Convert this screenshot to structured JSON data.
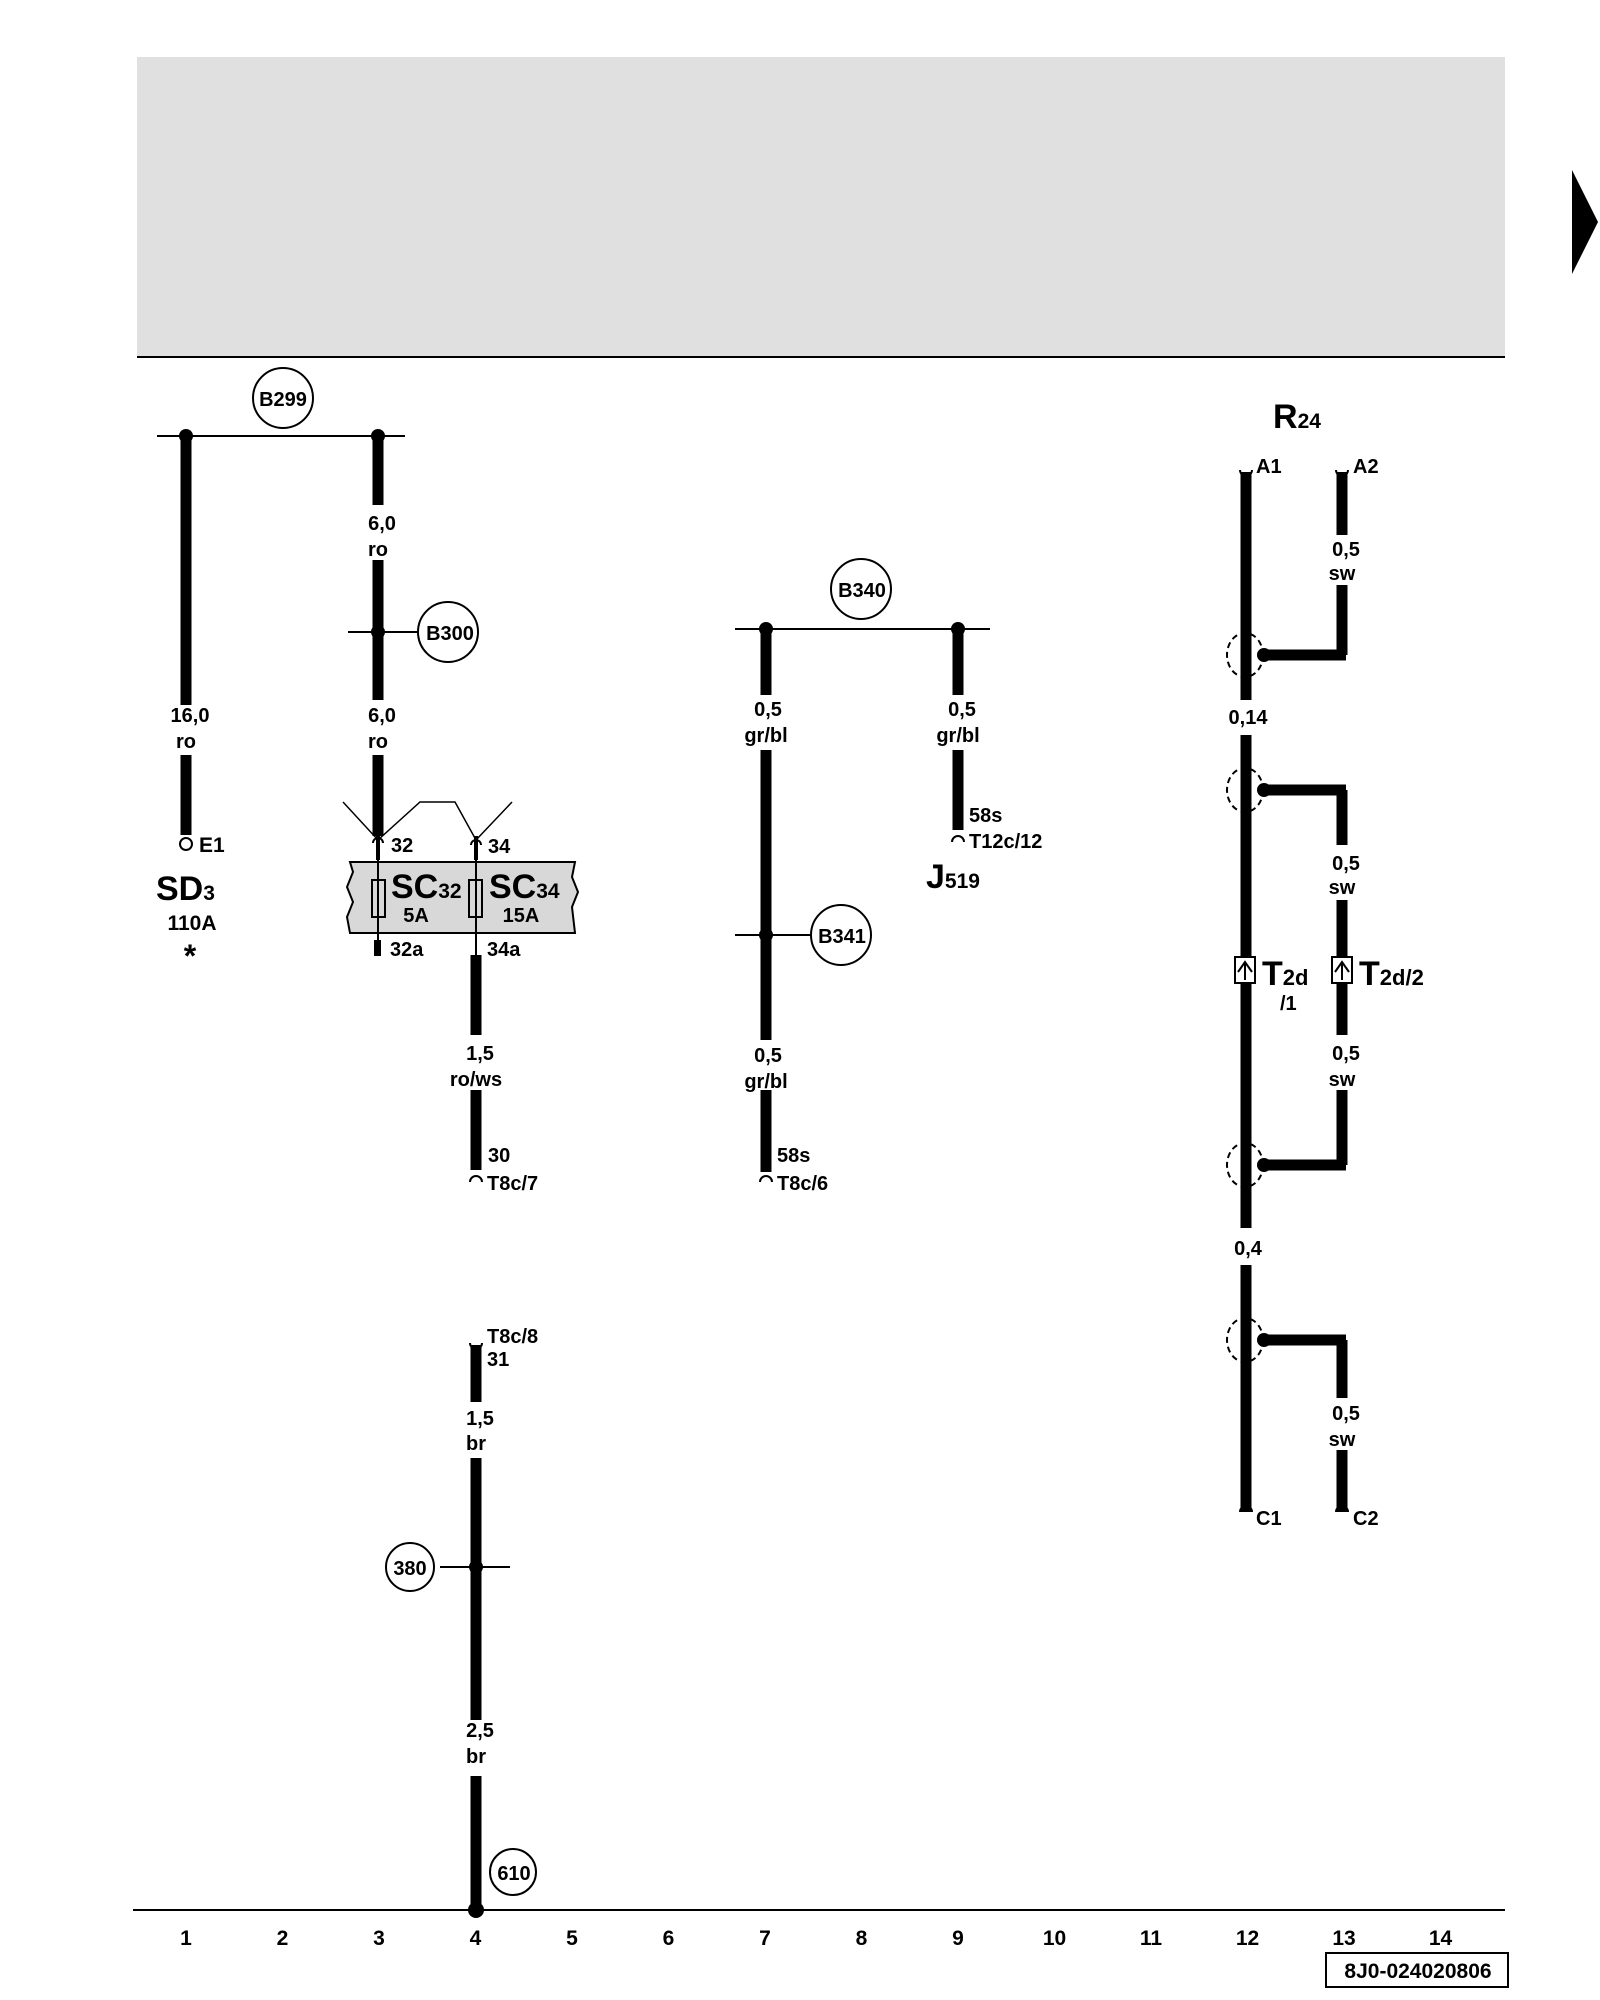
{
  "diagram": {
    "header_band_color": "#e0e0e0",
    "arrow_icon": "next-page-arrow",
    "components": {
      "sd3": {
        "name": "SD",
        "sub": "3",
        "rating": "110A",
        "star": "*",
        "pin": "E1"
      },
      "sc32": {
        "name": "SC",
        "sub": "32",
        "rating": "5A",
        "pin_in": "32",
        "pin_out": "32a"
      },
      "sc34": {
        "name": "SC",
        "sub": "34",
        "rating": "15A",
        "pin_in": "34",
        "pin_out": "34a"
      },
      "j519": {
        "name": "J",
        "sub": "519",
        "pin_a": "58s",
        "pin_b": "T12c/12"
      },
      "r24": {
        "name": "R",
        "sub": "24",
        "pin_a1": "A1",
        "pin_a2": "A2",
        "pin_c1": "C1",
        "pin_c2": "C2"
      },
      "t2d1": {
        "name": "T",
        "sub": "2d",
        "suffix": "/1"
      },
      "t2d2": {
        "name": "T",
        "sub": "2d/2"
      }
    },
    "nodes": {
      "b299": "B299",
      "b300": "B300",
      "b340": "B340",
      "b341": "B341",
      "n380": "380",
      "n610": "610"
    },
    "wires": {
      "w_sd3": {
        "gauge": "16,0",
        "color": "ro"
      },
      "w_b299_b300": {
        "gauge": "6,0",
        "color": "ro"
      },
      "w_b300_sc": {
        "gauge": "6,0",
        "color": "ro"
      },
      "w_34a": {
        "gauge": "1,5",
        "color": "ro/ws"
      },
      "w_b340_b341": {
        "gauge": "0,5",
        "color": "gr/bl"
      },
      "w_b340_j519": {
        "gauge": "0,5",
        "color": "gr/bl"
      },
      "w_b341_t8c6": {
        "gauge": "0,5",
        "color": "gr/bl"
      },
      "w_31_top": {
        "gauge": "1,5",
        "color": "br"
      },
      "w_31_bottom": {
        "gauge": "2,5",
        "color": "br"
      },
      "r24_a2": {
        "gauge": "0,5",
        "color": "sw"
      },
      "r24_mid1": {
        "gauge": "0,5",
        "color": "sw"
      },
      "r24_mid2": {
        "gauge": "0,5",
        "color": "sw"
      },
      "r24_c2": {
        "gauge": "0,5",
        "color": "sw"
      },
      "shield_1": {
        "gauge": "0,14"
      },
      "shield_2": {
        "gauge": "0,4"
      }
    },
    "terminals": {
      "t8c7_pin": "30",
      "t8c7": "T8c/7",
      "t8c6_pin": "58s",
      "t8c6": "T8c/6",
      "t8c8": "T8c/8",
      "t8c8_pin": "31"
    },
    "grid_numbers": [
      "1",
      "2",
      "3",
      "4",
      "5",
      "6",
      "7",
      "8",
      "9",
      "10",
      "11",
      "12",
      "13",
      "14"
    ],
    "doc_id": "8J0-024020806"
  }
}
